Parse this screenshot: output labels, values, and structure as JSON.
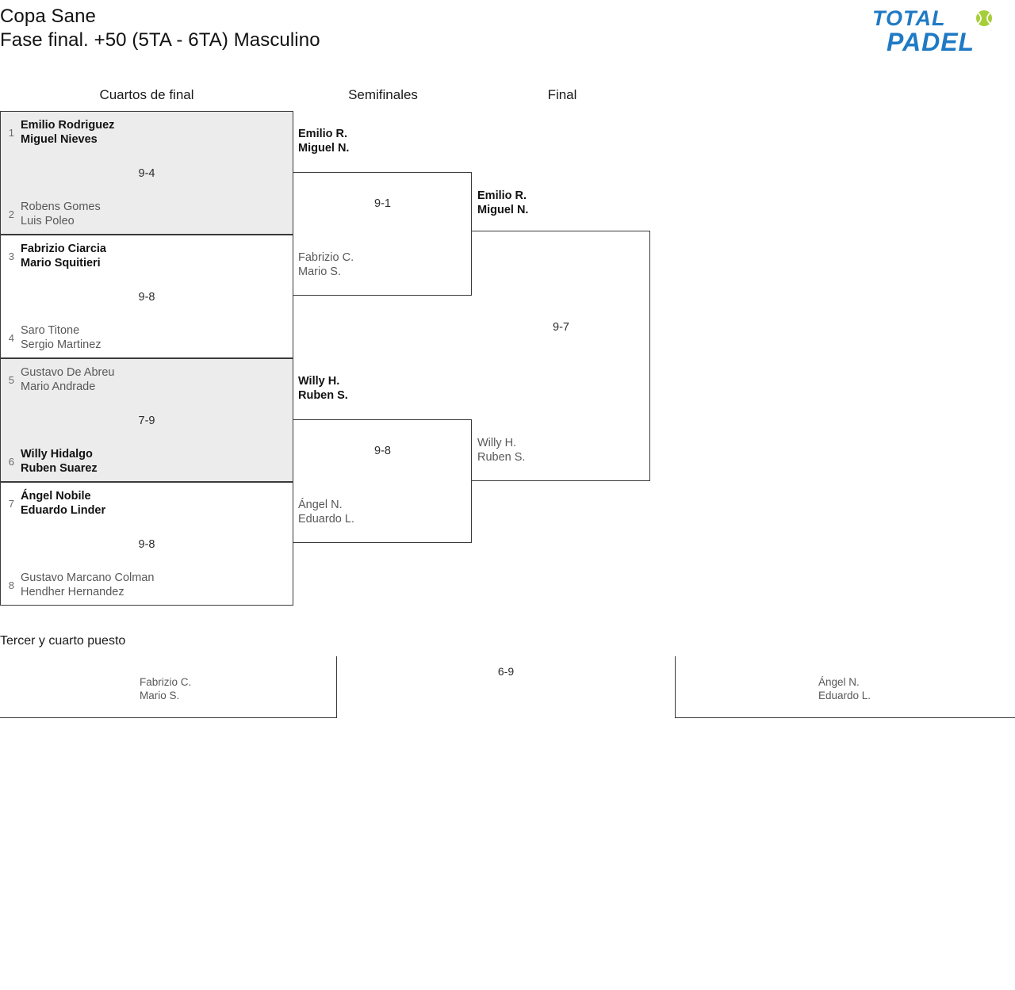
{
  "header": {
    "tournament": "Copa Sane",
    "subtitle": "Fase final. +50 (5TA - 6TA) Masculino",
    "logo": {
      "line1": "TOTAL",
      "line2": "PADEL",
      "brand_color": "#1f7ac4",
      "ball_color": "#a6ce39",
      "icon": "padel-ball-icon"
    }
  },
  "rounds": {
    "quarterfinals_label": "Cuartos de final",
    "semifinals_label": "Semifinales",
    "final_label": "Final"
  },
  "colors": {
    "shaded_row": "#ececec",
    "border": "#3a3a3a",
    "winner_text": "#121212",
    "loser_text": "#585858"
  },
  "quarterfinals": [
    {
      "shaded": true,
      "score": "9-4",
      "top": {
        "seed": "1",
        "player1": "Emilio Rodriguez",
        "player2": "Miguel Nieves",
        "winner": true
      },
      "bottom": {
        "seed": "2",
        "player1": "Robens Gomes",
        "player2": "Luis Poleo",
        "winner": false
      }
    },
    {
      "shaded": false,
      "score": "9-8",
      "top": {
        "seed": "3",
        "player1": "Fabrizio Ciarcia",
        "player2": "Mario Squitieri",
        "winner": true
      },
      "bottom": {
        "seed": "4",
        "player1": "Saro Titone",
        "player2": "Sergio Martinez",
        "winner": false
      }
    },
    {
      "shaded": true,
      "score": "7-9",
      "top": {
        "seed": "5",
        "player1": "Gustavo De Abreu",
        "player2": "Mario Andrade",
        "winner": false
      },
      "bottom": {
        "seed": "6",
        "player1": "Willy Hidalgo",
        "player2": "Ruben Suarez",
        "winner": true
      }
    },
    {
      "shaded": false,
      "score": "9-8",
      "top": {
        "seed": "7",
        "player1": "Ángel Nobile",
        "player2": "Eduardo Linder",
        "winner": true
      },
      "bottom": {
        "seed": "8",
        "player1": "Gustavo Marcano Colman",
        "player2": "Hendher Hernandez",
        "winner": false
      }
    }
  ],
  "semifinals": [
    {
      "score": "9-1",
      "top": {
        "player1": "Emilio R.",
        "player2": "Miguel N.",
        "winner": true
      },
      "bottom": {
        "player1": "Fabrizio C.",
        "player2": "Mario S.",
        "winner": false
      }
    },
    {
      "score": "9-8",
      "top": {
        "player1": "Willy H.",
        "player2": "Ruben S.",
        "winner": true
      },
      "bottom": {
        "player1": "Ángel N.",
        "player2": "Eduardo L.",
        "winner": false
      }
    }
  ],
  "final": {
    "score": "9-7",
    "top": {
      "player1": "Emilio R.",
      "player2": "Miguel N.",
      "winner": true
    },
    "bottom": {
      "player1": "Willy H.",
      "player2": "Ruben S.",
      "winner": false
    }
  },
  "third_place": {
    "title": "Tercer y cuarto puesto",
    "score": "6-9",
    "left": {
      "player1": "Fabrizio C.",
      "player2": "Mario S."
    },
    "right": {
      "player1": "Ángel N.",
      "player2": "Eduardo L."
    }
  }
}
